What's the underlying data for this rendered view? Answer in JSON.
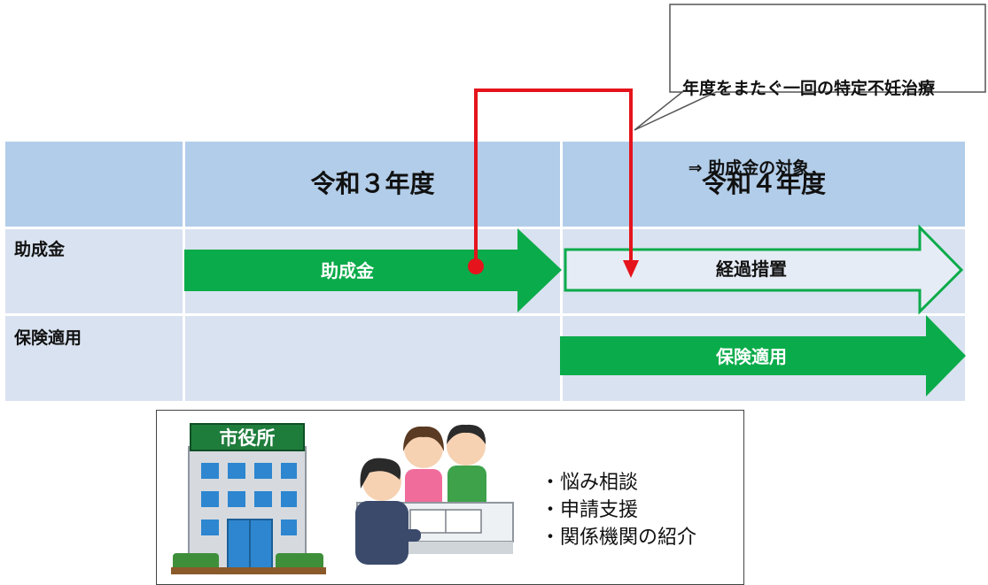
{
  "callout": {
    "line1": "年度をまたぐ一回の特定不妊治療",
    "line2": " ⇒ 助成金の対象"
  },
  "columns": [
    {
      "label": "令和３年度"
    },
    {
      "label": "令和４年度"
    }
  ],
  "rows": [
    {
      "label": "助成金"
    },
    {
      "label": "保険適用"
    }
  ],
  "arrows": {
    "subsidy": "助成金",
    "transition": "経過措置",
    "insurance": "保険適用"
  },
  "city_office": {
    "sign": "市役所"
  },
  "services": [
    "・悩み相談",
    "・申請支援",
    "・関係機関の紹介"
  ],
  "colors": {
    "header": "#b2cde9",
    "lane": "#d9e2f0",
    "green": "#0aab4a",
    "red": "#e5141c"
  }
}
